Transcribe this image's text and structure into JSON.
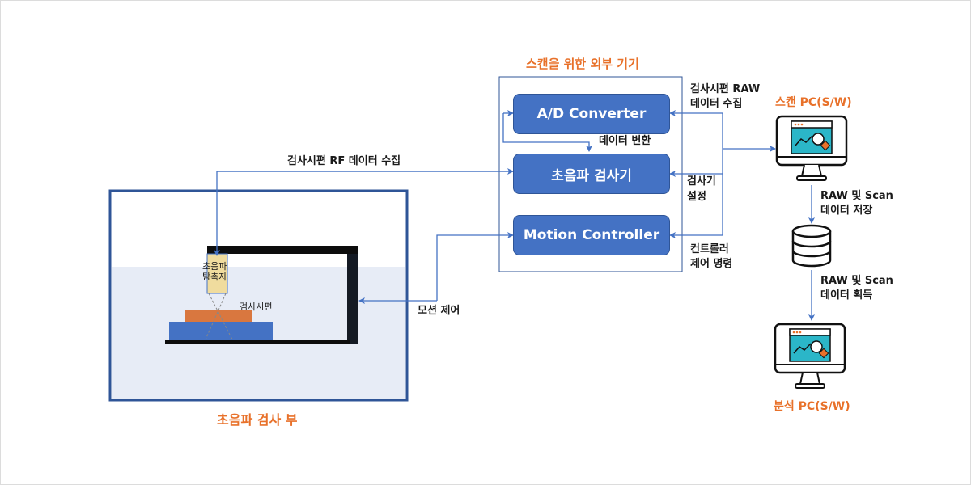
{
  "external_group": {
    "title": "스캔을 위한 외부 기기",
    "boxes": [
      "A/D Converter",
      "초음파 검사기",
      "Motion Controller"
    ],
    "data_conversion_label": "데이터 변환"
  },
  "labels": {
    "rf_collect": "검사시편 RF 데이터 수집",
    "motion_control": "모션 제어",
    "raw_collect": [
      "검사시편 RAW",
      "데이터 수집"
    ],
    "inspector_setup": [
      "검사기",
      "설정"
    ],
    "controller_cmd": [
      "컨트롤러",
      "제어 명령"
    ],
    "raw_save": [
      "RAW 및 Scan",
      "데이터 저장"
    ],
    "raw_get": [
      "RAW 및 Scan",
      "데이터 획득"
    ]
  },
  "ultrasonic_section": {
    "title": "초음파 검사 부",
    "probe_label": [
      "초음파",
      "탐촉자"
    ],
    "specimen_label": "검사시편"
  },
  "pcs": {
    "scan_pc": "스캔 PC(S/W)",
    "analysis_pc": "분석 PC(S/W)"
  },
  "colors": {
    "accent_orange": "#e8712a",
    "box_blue": "#4472c4",
    "line_blue": "#4472c4",
    "water": "#e7ecf6",
    "frame_navy": "#2f5597"
  }
}
